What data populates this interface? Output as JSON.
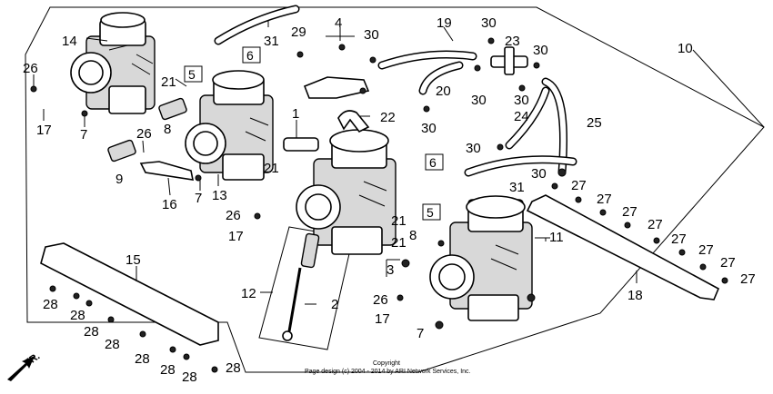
{
  "diagram": {
    "box_labels": [
      "5",
      "6",
      "5",
      "6"
    ],
    "copyright_line1": "Copyright",
    "copyright_line2": "Page design (c) 2004 - 2014 by ARI Network Services, Inc.",
    "front_marker": "FR.",
    "callouts": {
      "c14": "14",
      "c26a": "26",
      "c17a": "17",
      "c7a": "7",
      "c21a": "21",
      "c8a": "8",
      "c9": "9",
      "c26b": "26",
      "c16": "16",
      "c7b": "7",
      "c13": "13",
      "c21b": "21",
      "c1": "1",
      "c31a": "31",
      "c29": "29",
      "c4": "4",
      "c30a": "30",
      "c22": "22",
      "c30b": "30",
      "c19": "19",
      "c20": "20",
      "c30c": "30",
      "c23": "23",
      "c30d": "30",
      "c30e": "30",
      "c30f": "30",
      "c24": "24",
      "c25": "25",
      "c10": "10",
      "c30g": "30",
      "c30h": "30",
      "c31b": "31",
      "c27a": "27",
      "c27b": "27",
      "c27c": "27",
      "c27d": "27",
      "c27e": "27",
      "c27f": "27",
      "c27g": "27",
      "c27h": "27",
      "c11": "11",
      "c21c": "21",
      "c8b": "8",
      "c3": "3",
      "c21d": "21",
      "c18": "18",
      "c26c": "26",
      "c17b": "17",
      "c7c": "7",
      "c15": "15",
      "c12": "12",
      "c2": "2",
      "c26d": "26",
      "c17c": "17",
      "c28a": "28",
      "c28b": "28",
      "c28c": "28",
      "c28d": "28",
      "c28e": "28",
      "c28f": "28",
      "c28g": "28",
      "c28h": "28"
    }
  }
}
